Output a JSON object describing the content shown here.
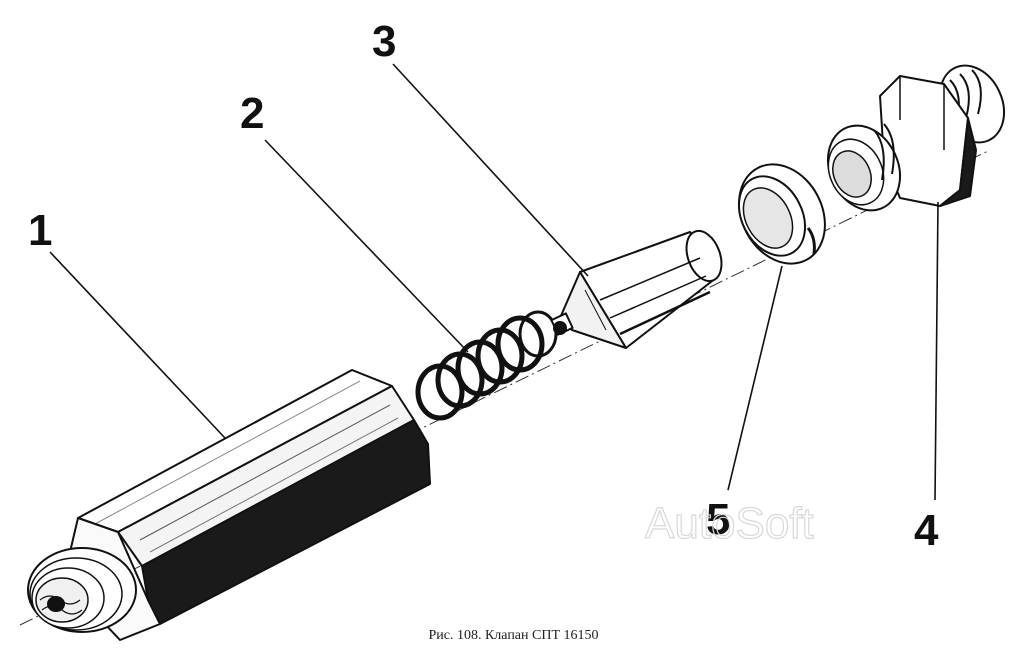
{
  "caption": "Рис. 108. Клапан СПТ 16150",
  "watermark": "AutoSoft",
  "callouts": {
    "c1": "1",
    "c2": "2",
    "c3": "3",
    "c4": "4",
    "c5": "5"
  },
  "colors": {
    "ink": "#111111",
    "paper": "#ffffff",
    "watermark": "#d8d8d8"
  }
}
